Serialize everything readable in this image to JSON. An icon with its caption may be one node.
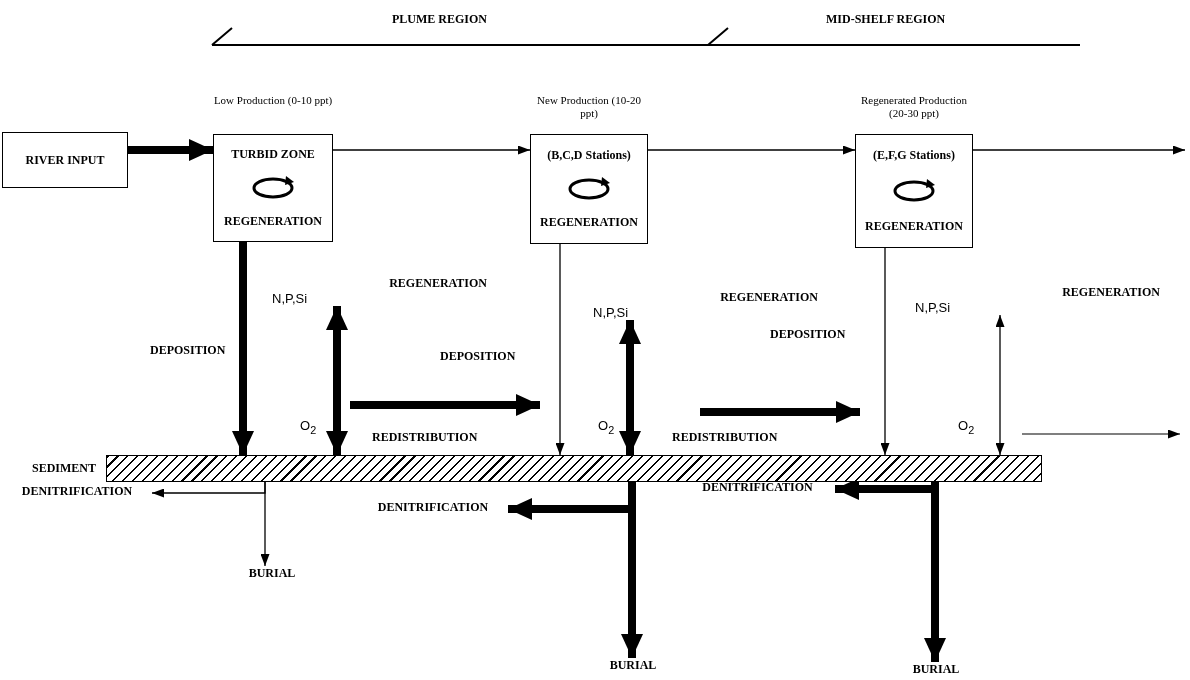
{
  "diagram": {
    "nodes": [
      {
        "text": [
          "RIVER INPUT"
        ]
      },
      {
        "text": [
          "TURBID ZONE",
          "REGENERATION"
        ],
        "beside": [
          "Low Production (0-10 ppt)"
        ]
      },
      {
        "text": [
          "(B,C,D Stations)",
          "REGENERATION"
        ],
        "beside": [
          "New Production (10-20 ppt)"
        ]
      },
      {
        "text": [
          "(E,F,G Stations)",
          "REGENERATION"
        ],
        "beside": [
          "Regenerated Production (20-30 ppt)"
        ]
      },
      {
        "text": [
          "SEDIMENT"
        ]
      },
      {
        "text": [
          "N,P,Si"
        ],
        "beside": [
          "REGENERATION"
        ]
      },
      {
        "text": [
          "N,P,Si"
        ],
        "beside": [
          "REGENERATION"
        ]
      },
      {
        "text": [
          "N,P,Si"
        ],
        "beside": [
          "REGENERATION"
        ]
      },
      {
        "text": [
          "DENITRIFICATION"
        ]
      },
      {
        "text": [
          "BURIAL"
        ]
      },
      {
        "text": [
          "DENITRIFICATION"
        ]
      },
      {
        "text": [
          "BURIAL"
        ]
      },
      {
        "text": [
          "DENITRIFICATION"
        ]
      },
      {
        "text": [
          "BURIAL"
        ]
      }
    ],
    "edges": [
      {
        "from": 0,
        "to": 1,
        "arrow": "to",
        "style": "thick"
      },
      {
        "from": 1,
        "to": 2,
        "arrow": "to"
      },
      {
        "from": 2,
        "to": 3,
        "arrow": "to"
      },
      {
        "from": 3,
        "to": null,
        "arrow": "to"
      },
      {
        "from": 1,
        "to": 4,
        "arrow": "to",
        "style": "thick",
        "label": "DEPOSITION"
      },
      {
        "from": 2,
        "to": 4,
        "arrow": "to",
        "label": "DEPOSITION"
      },
      {
        "from": 3,
        "to": 4,
        "arrow": "to",
        "label": "DEPOSITION"
      },
      {
        "from": 4,
        "to": 5,
        "arrow": "both",
        "style": "thick",
        "label": "O$_{2}$"
      },
      {
        "from": 4,
        "to": 6,
        "arrow": "both",
        "style": "thick",
        "label": "O$_{2}$"
      },
      {
        "from": 4,
        "to": 7,
        "arrow": "both",
        "label": "O$_{2}$"
      },
      {
        "from": 4,
        "to": 8,
        "arrow": "to"
      },
      {
        "from": 4,
        "to": 9,
        "arrow": "to"
      },
      {
        "from": 4,
        "to": 10,
        "arrow": "to",
        "style": "thick"
      },
      {
        "from": 4,
        "to": 11,
        "arrow": "to",
        "style": "thick"
      },
      {
        "from": 4,
        "to": 12,
        "arrow": "to",
        "style": "thick"
      },
      {
        "from": 4,
        "to": 13,
        "arrow": "to",
        "style": "thick"
      }
    ],
    "labels": [
      "PLUME REGION",
      "MID-SHELF REGION",
      "REDISTRIBUTION",
      "REDISTRIBUTION"
    ]
  }
}
